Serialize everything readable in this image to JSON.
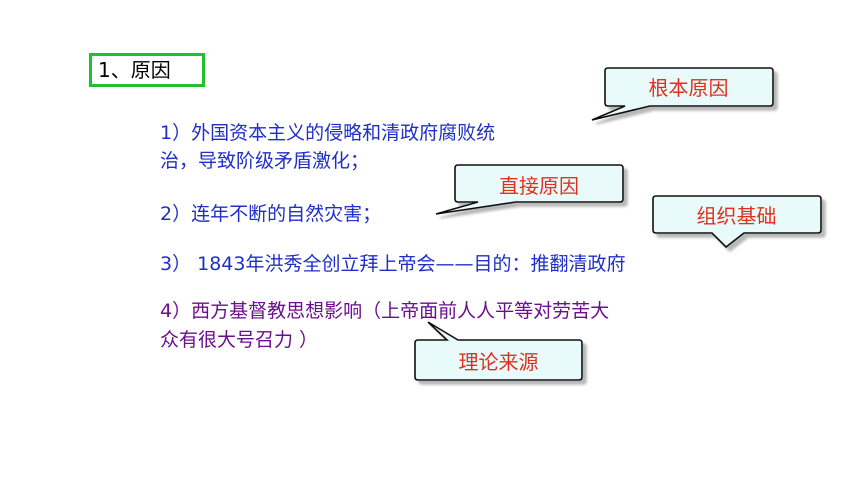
{
  "heading": {
    "label": "1、原因"
  },
  "points": {
    "p1_line1": "1）外国资本主义的侵略和清政府腐败统",
    "p1_line2": "治，导致阶级矛盾激化；",
    "p2": "2）连年不断的自然灾害；",
    "p3": "3） 1843年洪秀全创立拜上帝会——目的：推翻清政府",
    "p4_line1": "4）西方基督教思想影响（上帝面前人人平等对劳苦大",
    "p4_line2": "众有很大号召力 ）"
  },
  "callouts": {
    "root_cause": "根本原因",
    "direct_cause": "直接原因",
    "org_basis": "组织基础",
    "theory_source": "理论来源"
  },
  "colors": {
    "heading_border": "#22c02a",
    "point_text_blue": "#1f2fc8",
    "point_text_purple": "#6a0f8e",
    "callout_text": "#e0301e",
    "callout_fill": "#e8fbfa"
  }
}
